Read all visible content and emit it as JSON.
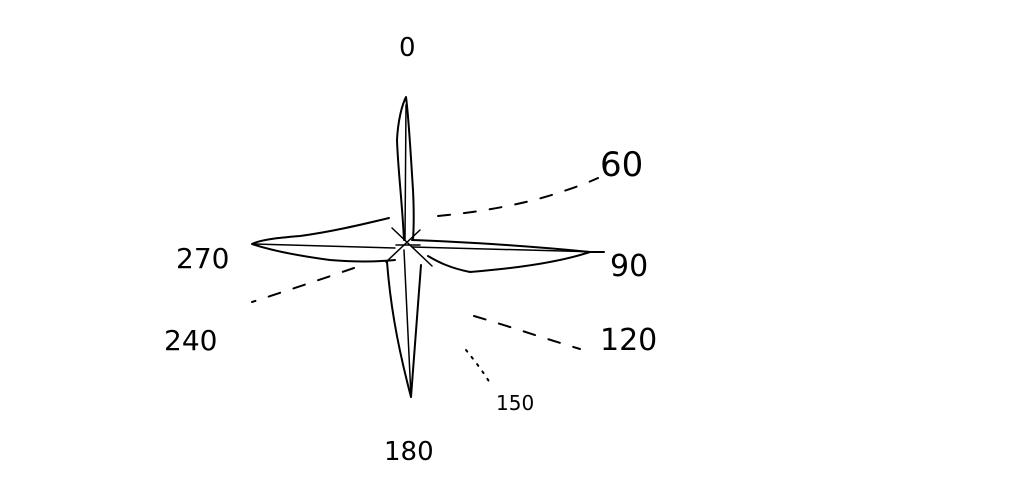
{
  "compass": {
    "labels": {
      "deg_0": "0",
      "deg_60": "60",
      "deg_90": "90",
      "deg_120": "120",
      "deg_150": "150",
      "deg_180": "180",
      "deg_240": "240",
      "deg_270": "270"
    }
  },
  "colors": {
    "ink": "#000000",
    "background": "#ffffff"
  }
}
